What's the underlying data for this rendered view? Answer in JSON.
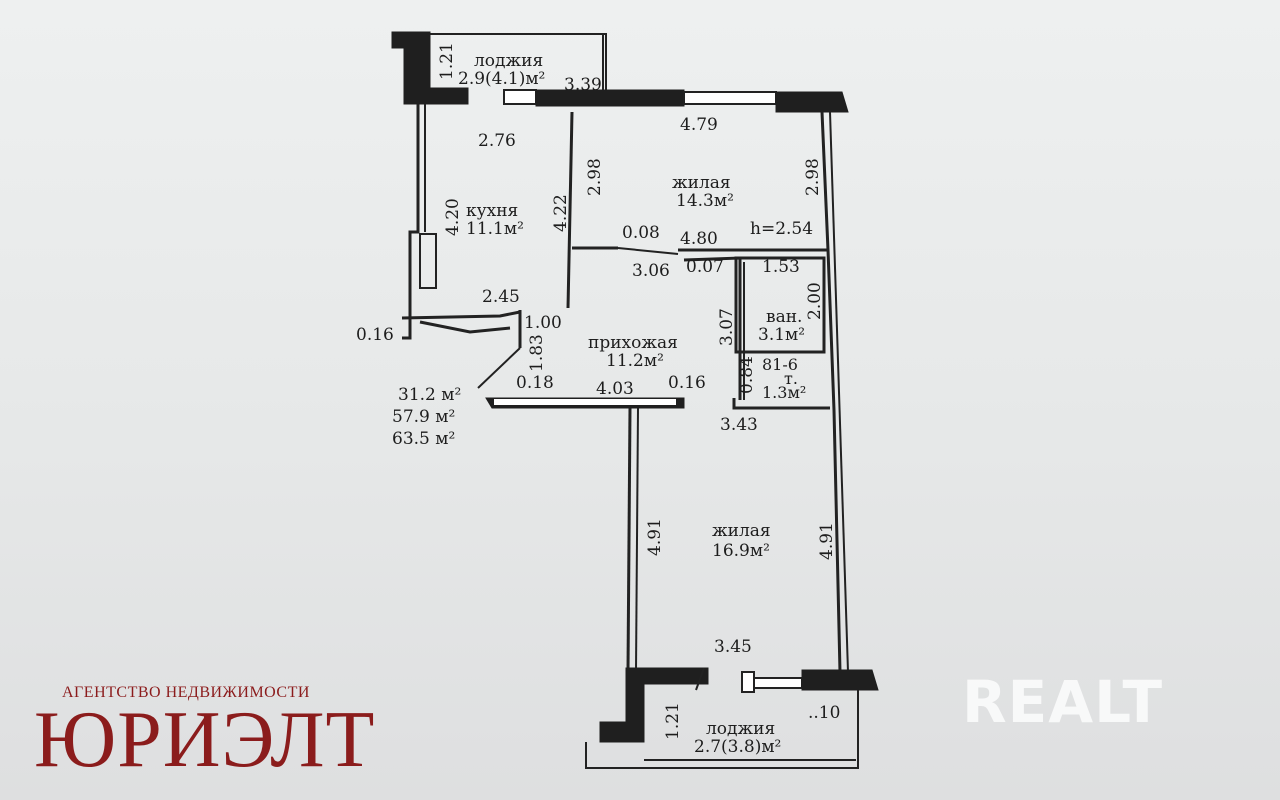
{
  "rooms": {
    "loggia_top": {
      "name": "лоджия",
      "area": "2.9(4.1)м²"
    },
    "living_top": {
      "name": "жилая",
      "area": "14.3м²"
    },
    "kitchen": {
      "name": "кухня",
      "area": "11.1м²"
    },
    "hallway": {
      "name": "прихожая",
      "area": "11.2м²"
    },
    "bath": {
      "name": "ван.",
      "area": "3.1м²"
    },
    "toilet": {
      "code": "81-6",
      "name": "т.",
      "area": "1.3м²"
    },
    "living_bottom": {
      "name": "жилая",
      "area": "16.9м²"
    },
    "loggia_bottom": {
      "name": "лоджия",
      "area": "2.7(3.8)м²"
    }
  },
  "dims": {
    "d_1_21_top": "1.21",
    "d_3_39": "3.39",
    "d_4_79": "4.79",
    "d_2_76": "2.76",
    "d_2_98_left": "2.98",
    "d_2_98_right": "2.98",
    "d_4_22": "4.22",
    "d_4_20": "4.20",
    "d_0_08": "0.08",
    "d_4_80": "4.80",
    "d_h": "h=2.54",
    "d_3_06": "3.06",
    "d_0_07": "0.07",
    "d_1_53": "1.53",
    "d_2_00": "2.00",
    "d_2_45": "2.45",
    "d_0_16_left": "0.16",
    "d_1_00": "1.00",
    "d_1_83": "1.83",
    "d_3_07": "3.07",
    "d_0_84": "0.84",
    "d_0_18": "0.18",
    "d_4_03": "4.03",
    "d_0_16_mid": "0.16",
    "d_3_43": "3.43",
    "d_4_91_left": "4.91",
    "d_4_91_right": "4.91",
    "d_3_45": "3.45",
    "d_1_21_bottom": "1.21",
    "d_10": "..10"
  },
  "totals": {
    "living_area": "31.2 м²",
    "total_area": "57.9 м²",
    "area_with_loggias": "63.5 м²"
  },
  "branding": {
    "agency_subtitle": "АГЕНТСТВО НЕДВИЖИМОСТИ",
    "agency_name": "ЮРИЭЛТ",
    "watermark": "REALT"
  }
}
